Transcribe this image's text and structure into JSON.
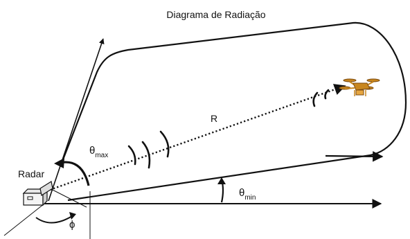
{
  "diagram": {
    "title": "Diagrama de Radiação",
    "labels": {
      "radar": "Radar",
      "range": "R",
      "theta_max_symbol": "θ",
      "theta_max_sub": "max",
      "theta_min_symbol": "θ",
      "theta_min_sub": "min",
      "phi": "ϕ"
    },
    "icons": {
      "radar": "radar-device-icon",
      "target": "drone-icon"
    },
    "colors": {
      "stroke": "#111111",
      "drone": "#c8861e",
      "radar_fill": "#dddddd"
    }
  }
}
